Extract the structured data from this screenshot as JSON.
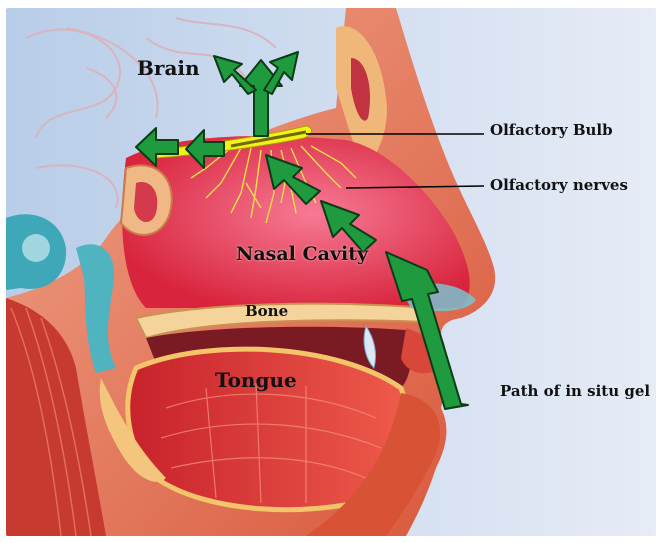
{
  "labels": {
    "brain": "Brain",
    "nasal_cavity": "Nasal Cavity",
    "bone": "Bone",
    "tongue": "Tongue",
    "olfactory_bulb": "Olfactory Bulb",
    "olfactory_nerves": "Olfactory nerves",
    "path_gel": "Path of  in situ gel"
  },
  "colors": {
    "arrow_green": "#1f9a3e",
    "arrow_outline": "#0a3d15",
    "bulb_yellow": "#f4f01a",
    "skin_red": "#e8363f",
    "cavity_pink": "#f06a86",
    "brain_blue": "#c9d8ec"
  }
}
